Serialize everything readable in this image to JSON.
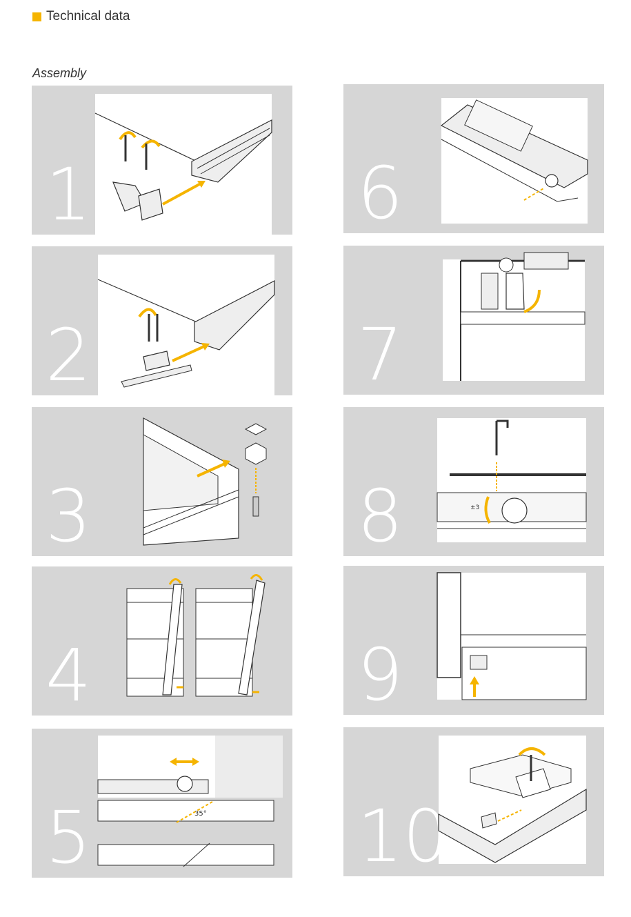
{
  "header": {
    "title": "Technical data"
  },
  "section": {
    "title": "Assembly"
  },
  "steps": [
    {
      "number": "1"
    },
    {
      "number": "2"
    },
    {
      "number": "3"
    },
    {
      "number": "4"
    },
    {
      "number": "5",
      "angle_label": "35°"
    },
    {
      "number": "6"
    },
    {
      "number": "7"
    },
    {
      "number": "8",
      "adjust_label": "±3"
    },
    {
      "number": "9"
    },
    {
      "number": "10"
    }
  ],
  "colors": {
    "accent": "#f5b400",
    "panel": "#d6d6d6",
    "line": "#333333"
  }
}
